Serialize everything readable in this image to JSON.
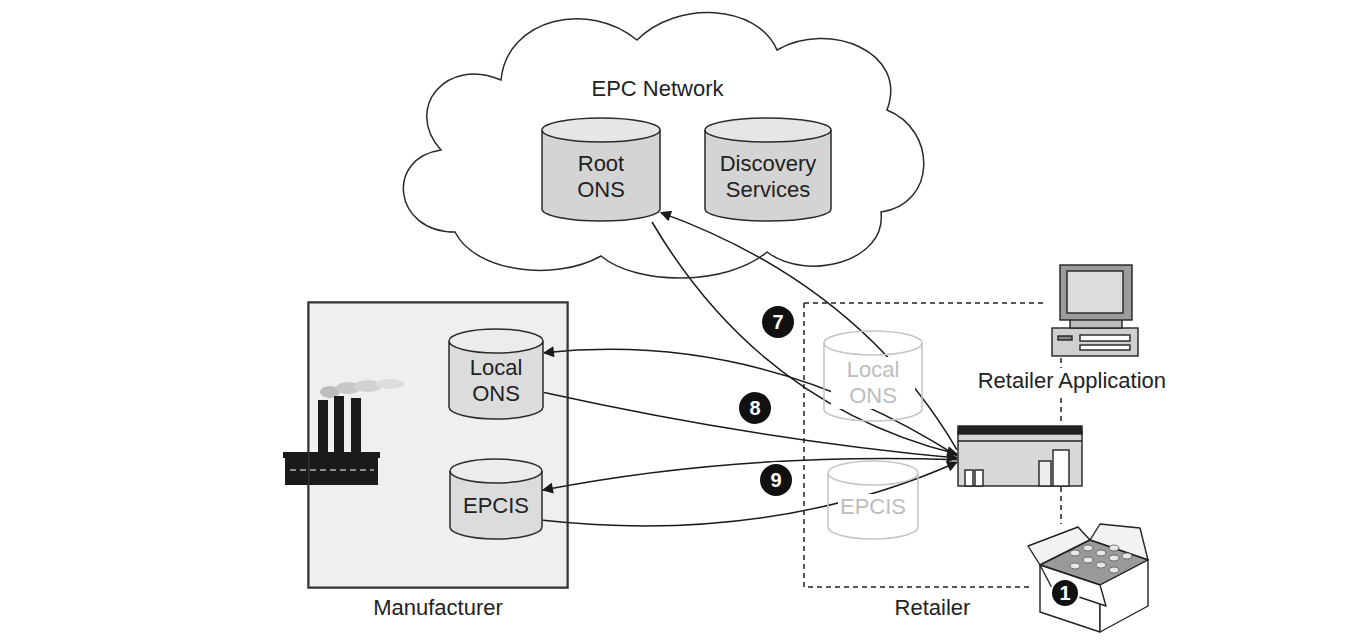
{
  "diagram": {
    "nodes": [
      {
        "text": [
          "EPC Network"
        ]
      },
      {
        "text": [
          "Root ONS"
        ],
        "in": 0
      },
      {
        "text": [
          "Discovery Services"
        ],
        "in": 0
      },
      {
        "text": [
          "Manufacturer"
        ]
      },
      {
        "text": [
          "Local ONS"
        ],
        "in": 3
      },
      {
        "text": [
          "EPCIS"
        ],
        "in": 3
      },
      {
        "text": [
          "Retailer"
        ]
      },
      {
        "text": [
          "Local ONS"
        ],
        "in": 6
      },
      {
        "text": [
          "EPCIS"
        ],
        "in": 6
      },
      {
        "text": [
          "Retailer Application"
        ],
        "in": 6
      },
      {
        "text": [],
        "in": 6
      }
    ],
    "edges": [
      {
        "from": 10,
        "to": 1,
        "arrow": "to"
      },
      {
        "from": 1,
        "to": 10,
        "arrow": "to"
      },
      {
        "from": 10,
        "to": 4,
        "arrow": "to"
      },
      {
        "from": 4,
        "to": 10,
        "arrow": "to"
      },
      {
        "from": 10,
        "to": 5,
        "arrow": "to"
      },
      {
        "from": 5,
        "to": 10,
        "arrow": "to"
      }
    ],
    "labels": [
      "7",
      "8",
      "9",
      "1"
    ]
  }
}
